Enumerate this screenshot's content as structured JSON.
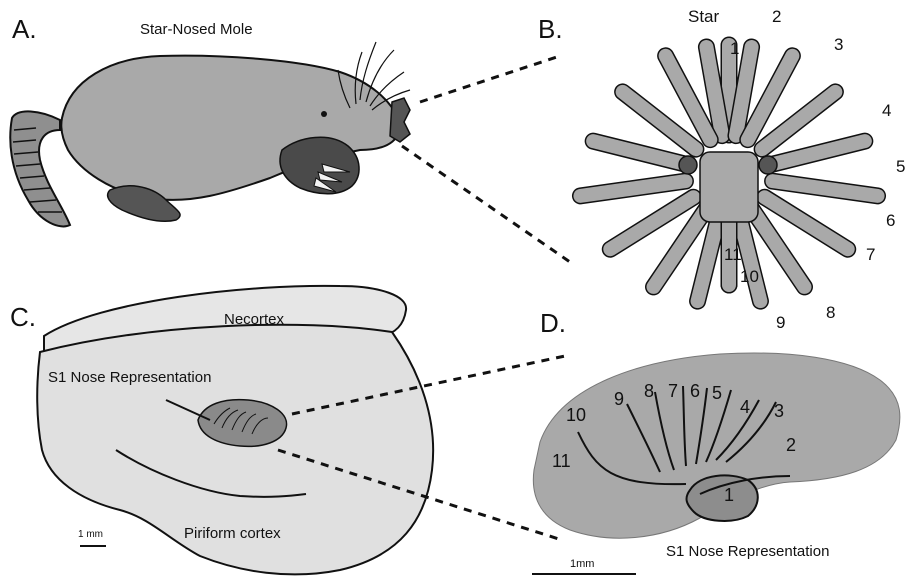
{
  "panels": {
    "a": {
      "letter": "A.",
      "title": "Star-Nosed Mole"
    },
    "b": {
      "letter": "B.",
      "title": "Star",
      "ray_numbers": [
        "1",
        "2",
        "3",
        "4",
        "5",
        "6",
        "7",
        "8",
        "9",
        "10",
        "11"
      ]
    },
    "c": {
      "letter": "C.",
      "neocortex_label": "Necortex",
      "s1_label": "S1 Nose Representation",
      "piriform_label": "Piriform cortex",
      "scale_label": "1 mm"
    },
    "d": {
      "letter": "D.",
      "region_numbers": [
        "1",
        "2",
        "3",
        "4",
        "5",
        "6",
        "7",
        "8",
        "9",
        "10",
        "11"
      ],
      "caption": "S1 Nose Representation",
      "scale_label": "1mm"
    }
  },
  "colors": {
    "tissue_gray": "#a9a9a9",
    "light_gray": "#e0e0e0",
    "outline": "#111111"
  }
}
